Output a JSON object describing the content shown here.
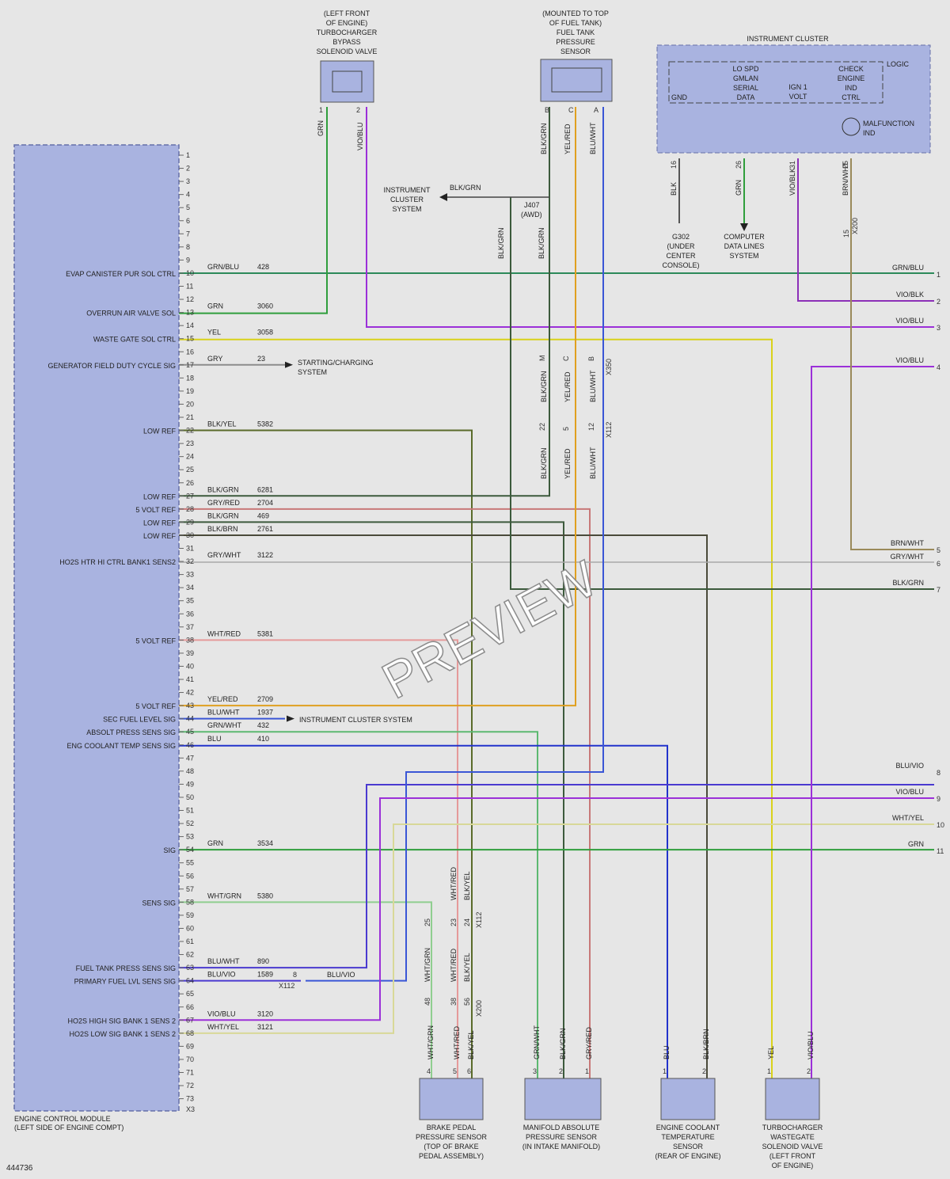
{
  "diagram_id": "444736",
  "watermark": "PREVIEW",
  "ecm": {
    "title1": "ENGINE CONTROL MODULE",
    "title2": "(LEFT SIDE OF ENGINE COMPT)",
    "connector": "X3",
    "pin_count": 73
  },
  "ecm_signals": [
    {
      "pin": 10,
      "name": "EVAP CANISTER PUR SOL CTRL",
      "color": "GRN/BLU",
      "circuit": "428"
    },
    {
      "pin": 13,
      "name": "OVERRUN AIR VALVE SOL",
      "color": "GRN",
      "circuit": "3060"
    },
    {
      "pin": 15,
      "name": "WASTE GATE SOL CTRL",
      "color": "YEL",
      "circuit": "3058"
    },
    {
      "pin": 17,
      "name": "GENERATOR FIELD DUTY CYCLE SIG",
      "color": "GRY",
      "circuit": "23"
    },
    {
      "pin": 22,
      "name": "LOW REF",
      "color": "BLK/YEL",
      "circuit": "5382"
    },
    {
      "pin": 27,
      "name": "LOW REF",
      "color": "BLK/GRN",
      "circuit": "6281"
    },
    {
      "pin": 28,
      "name": "5 VOLT REF",
      "color": "GRY/RED",
      "circuit": "2704"
    },
    {
      "pin": 29,
      "name": "LOW REF",
      "color": "BLK/GRN",
      "circuit": "469"
    },
    {
      "pin": 30,
      "name": "LOW REF",
      "color": "BLK/BRN",
      "circuit": "2761"
    },
    {
      "pin": 32,
      "name": "HO2S HTR HI CTRL BANK1 SENS2",
      "color": "GRY/WHT",
      "circuit": "3122"
    },
    {
      "pin": 38,
      "name": "5 VOLT REF",
      "color": "WHT/RED",
      "circuit": "5381"
    },
    {
      "pin": 43,
      "name": "5 VOLT REF",
      "color": "YEL/RED",
      "circuit": "2709"
    },
    {
      "pin": 44,
      "name": "SEC FUEL LEVEL SIG",
      "color": "BLU/WHT",
      "circuit": "1937"
    },
    {
      "pin": 45,
      "name": "ABSOLT PRESS SENS SIG",
      "color": "GRN/WHT",
      "circuit": "432"
    },
    {
      "pin": 46,
      "name": "ENG COOLANT TEMP SENS SIG",
      "color": "BLU",
      "circuit": "410"
    },
    {
      "pin": 54,
      "name": "SIG",
      "color": "GRN",
      "circuit": "3534"
    },
    {
      "pin": 58,
      "name": "SENS SIG",
      "color": "WHT/GRN",
      "circuit": "5380"
    },
    {
      "pin": 63,
      "name": "FUEL TANK PRESS SENS SIG",
      "color": "BLU/WHT",
      "circuit": "890"
    },
    {
      "pin": 64,
      "name": "PRIMARY FUEL LVL SENS SIG",
      "color": "BLU/VIO",
      "circuit": "1589"
    },
    {
      "pin": 67,
      "name": "HO2S HIGH SIG BANK 1 SENS 2",
      "color": "VIO/BLU",
      "circuit": "3120"
    },
    {
      "pin": 68,
      "name": "HO2S LOW SIG BANK 1 SENS 2",
      "color": "WHT/YEL",
      "circuit": "3121"
    }
  ],
  "refs": {
    "starting": [
      "STARTING/CHARGING",
      "SYSTEM"
    ],
    "inst_cluster_sys": "INSTRUMENT CLUSTER SYSTEM",
    "inst_cluster": [
      "INSTRUMENT",
      "CLUSTER",
      "SYSTEM"
    ],
    "computer_data": [
      "COMPUTER",
      "DATA LINES",
      "SYSTEM"
    ],
    "g302": [
      "G302",
      "(UNDER",
      "CENTER",
      "CONSOLE)"
    ]
  },
  "j407": {
    "name": "J407",
    "sub": "(AWD)",
    "wire": "BLK/GRN"
  },
  "bypass_valve": {
    "label": [
      "(LEFT FRONT",
      "OF ENGINE)",
      "TURBOCHARGER",
      "BYPASS",
      "SOLENOID VALVE"
    ],
    "pins": [
      "1",
      "2"
    ],
    "wires": [
      "GRN",
      "VIO/BLU"
    ]
  },
  "fuel_tank_sensor": {
    "label": [
      "(MOUNTED TO TOP",
      "OF FUEL TANK)",
      "FUEL TANK",
      "PRESSURE",
      "SENSOR"
    ],
    "pins": [
      "B",
      "C",
      "A"
    ],
    "wires": [
      "BLK/GRN",
      "YEL/RED",
      "BLU/WHT"
    ]
  },
  "x350": {
    "name": "X350",
    "pins": [
      "M",
      "C",
      "B"
    ],
    "wires": [
      "BLK/GRN",
      "YEL/RED",
      "BLU/WHT"
    ]
  },
  "x112_top": {
    "name": "X112",
    "pins": [
      "22",
      "5",
      "12"
    ],
    "wires": [
      "BLK/GRN",
      "YEL/RED",
      "BLU/WHT"
    ]
  },
  "cluster": {
    "title": "INSTRUMENT CLUSTER",
    "logic": "LOGIC",
    "gnd": "GND",
    "lo_spd": [
      "LO SPD",
      "GMLAN",
      "SERIAL",
      "DATA"
    ],
    "ign": [
      "IGN 1",
      "VOLT"
    ],
    "check": [
      "CHECK",
      "ENGINE",
      "IND",
      "CTRL"
    ],
    "mil": [
      "MALFUNCTION",
      "IND"
    ],
    "pins": [
      "16",
      "26",
      "31",
      "25"
    ],
    "wires": [
      "BLK",
      "GRN",
      "VIO/BLK",
      "BRN/WHT"
    ],
    "x200": {
      "name": "X200",
      "pin": "15"
    }
  },
  "right_connector": [
    {
      "pin": "1",
      "color": "GRN/BLU"
    },
    {
      "pin": "2",
      "color": "VIO/BLK"
    },
    {
      "pin": "3",
      "color": "VIO/BLU"
    },
    {
      "pin": "4",
      "color": "VIO/BLU"
    },
    {
      "pin": "5",
      "color": "BRN/WHT"
    },
    {
      "pin": "6",
      "color": "GRY/WHT"
    },
    {
      "pin": "7",
      "color": "BLK/GRN"
    },
    {
      "pin": "8",
      "color": "BLU/VIO"
    },
    {
      "pin": "9",
      "color": "VIO/BLU"
    },
    {
      "pin": "10",
      "color": "WHT/YEL"
    },
    {
      "pin": "11",
      "color": "GRN"
    }
  ],
  "x112_mid": {
    "name": "X112",
    "pins": [
      "25",
      "23",
      "24"
    ],
    "wires_above": [
      "WHT/RED",
      "BLK/YEL"
    ],
    "wires_below": [
      "WHT/GRN",
      "WHT/RED",
      "BLK/YEL"
    ]
  },
  "x200_mid": {
    "name": "X200",
    "pins": [
      "48",
      "38",
      "56"
    ]
  },
  "x112_fuel": {
    "name": "X112",
    "pin": "8",
    "wire": "BLU/VIO"
  },
  "brake_sensor": {
    "label": [
      "BRAKE PEDAL",
      "PRESSURE SENSOR",
      "(TOP OF BRAKE",
      "PEDAL ASSEMBLY)"
    ],
    "pins": [
      "4",
      "5",
      "6"
    ],
    "wires": [
      "WHT/GRN",
      "WHT/RED",
      "BLK/YEL"
    ]
  },
  "map_sensor": {
    "label": [
      "MANIFOLD ABSOLUTE",
      "PRESSURE SENSOR",
      "(IN INTAKE MANIFOLD)"
    ],
    "pins": [
      "3",
      "2",
      "1"
    ],
    "wires": [
      "GRN/WHT",
      "BLK/GRN",
      "GRY/RED"
    ]
  },
  "ect_sensor": {
    "label": [
      "ENGINE COOLANT",
      "TEMPERATURE",
      "SENSOR",
      "(REAR OF ENGINE)"
    ],
    "pins": [
      "1",
      "2"
    ],
    "wires": [
      "BLU",
      "BLK/BRN"
    ]
  },
  "wastegate": {
    "label": [
      "TURBOCHARGER",
      "WASTEGATE",
      "SOLENOID VALVE",
      "(LEFT FRONT",
      "OF ENGINE)"
    ],
    "pins": [
      "1",
      "2"
    ],
    "wires": [
      "YEL",
      "VIO/BLU"
    ]
  },
  "wire_colors": {
    "GRN": "#2f9e3c",
    "GRN/BLU": "#2c8a5a",
    "VIO/BLU": "#9b30d8",
    "VIO/BLK": "#8c2fb8",
    "YEL": "#d9d21a",
    "GRY": "#8c8c8c",
    "BLK/YEL": "#5a6b2a",
    "BLK/GRN": "#3c5a3c",
    "GRY/RED": "#c87878",
    "BLK/BRN": "#4a4a3a",
    "GRY/WHT": "#a8a8a8",
    "WHT/RED": "#e59a9a",
    "YEL/RED": "#e0a020",
    "BLU/WHT": "#3a56d6",
    "GRN/WHT": "#5cb870",
    "BLU": "#2233cc",
    "BLU/VIO": "#4a3ad0",
    "WHT/GRN": "#8fce8f",
    "WHT/YEL": "#d8d898",
    "BRN/WHT": "#9a8a5a"
  }
}
